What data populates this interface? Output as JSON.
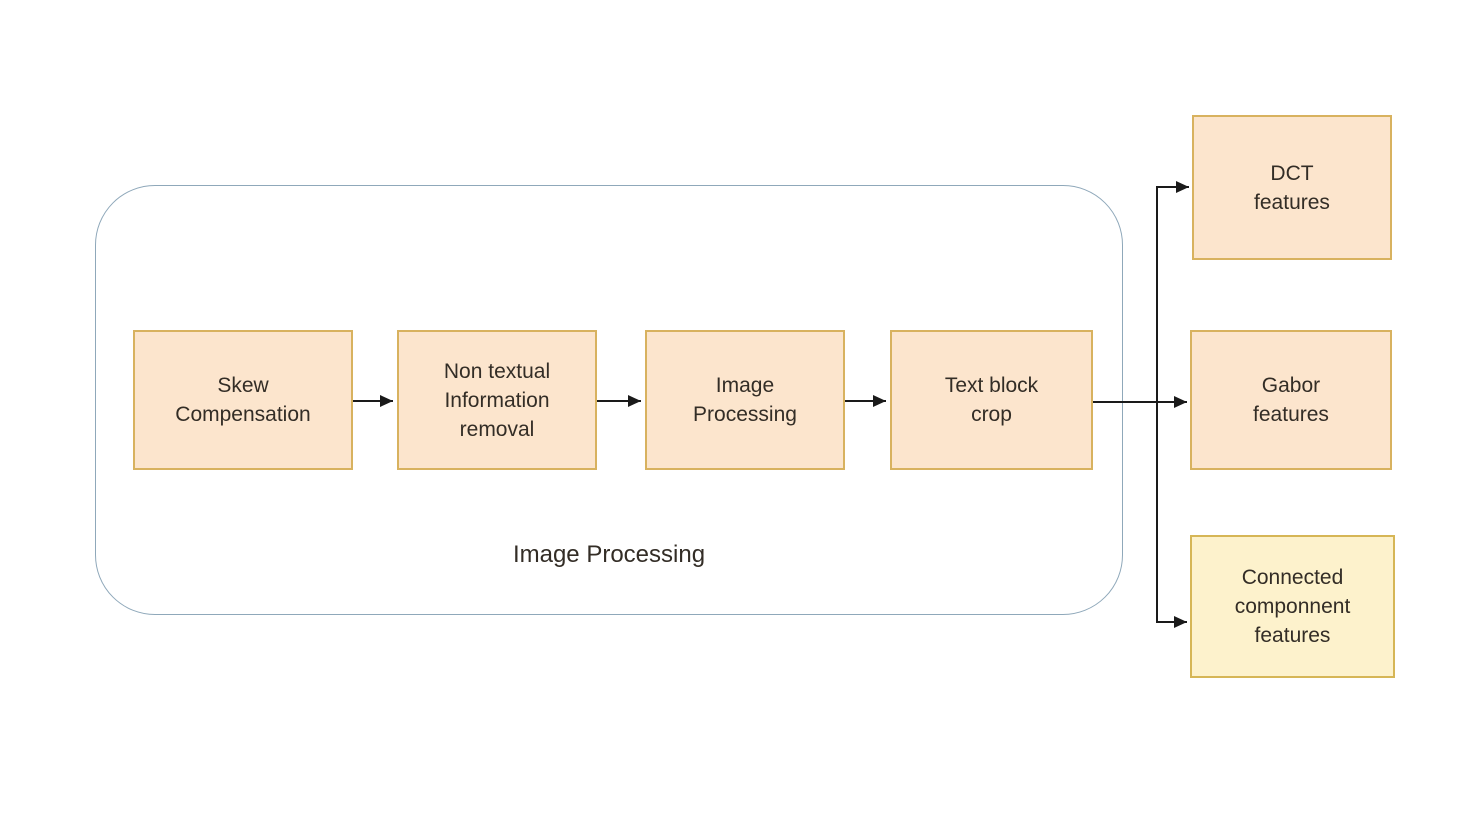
{
  "diagram": {
    "container": {
      "label": "Image Processing",
      "border_color": "#8fa8ba"
    },
    "colors": {
      "process_fill": "#fce5cd",
      "process_border": "#d8b25f",
      "feature_fill_yellow": "#fdf2cc",
      "feature_border_yellow": "#d6b656",
      "arrow": "#1a1a1a",
      "text": "#332d26",
      "background": "#ffffff"
    },
    "pipeline_nodes": [
      {
        "id": "skew-compensation",
        "label": "Skew\nCompensation"
      },
      {
        "id": "non-textual-information-removal",
        "label": "Non textual\nInformation\nremoval"
      },
      {
        "id": "image-processing",
        "label": "Image\nProcessing"
      },
      {
        "id": "text-block-crop",
        "label": "Text block\ncrop"
      }
    ],
    "output_nodes": [
      {
        "id": "dct-features",
        "label": "DCT\nfeatures"
      },
      {
        "id": "gabor-features",
        "label": "Gabor\nfeatures"
      },
      {
        "id": "connected-component-features",
        "label": "Connected\ncomponnent\nfeatures"
      }
    ]
  }
}
